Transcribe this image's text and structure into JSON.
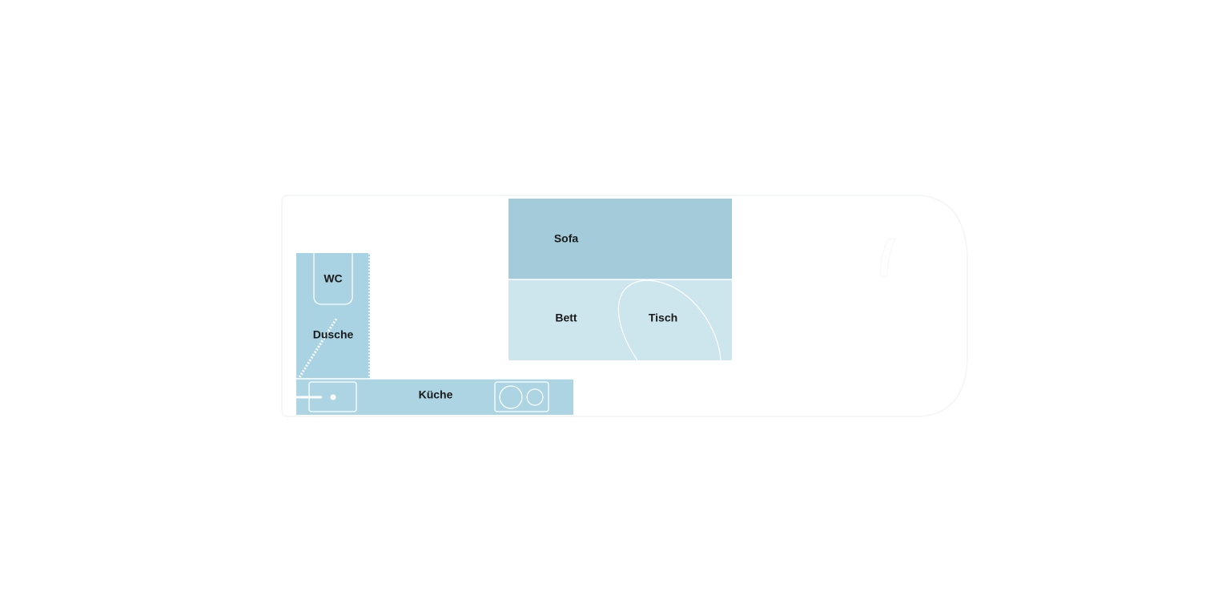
{
  "rooms": {
    "sofa": {
      "label": "Sofa"
    },
    "bett": {
      "label": "Bett"
    },
    "tisch": {
      "label": "Tisch"
    },
    "wc": {
      "label": "WC"
    },
    "dusche": {
      "label": "Dusche"
    },
    "kueche": {
      "label": "Küche"
    }
  },
  "colors": {
    "background": "#ffffff",
    "sofa_fill": "#a3cbd9",
    "bett_fill": "#cde5ec",
    "bath_fill": "#a9d2e2",
    "kitchen_fill": "#acd4e3",
    "line": "#ffffff",
    "text": "#1a1a1a"
  }
}
